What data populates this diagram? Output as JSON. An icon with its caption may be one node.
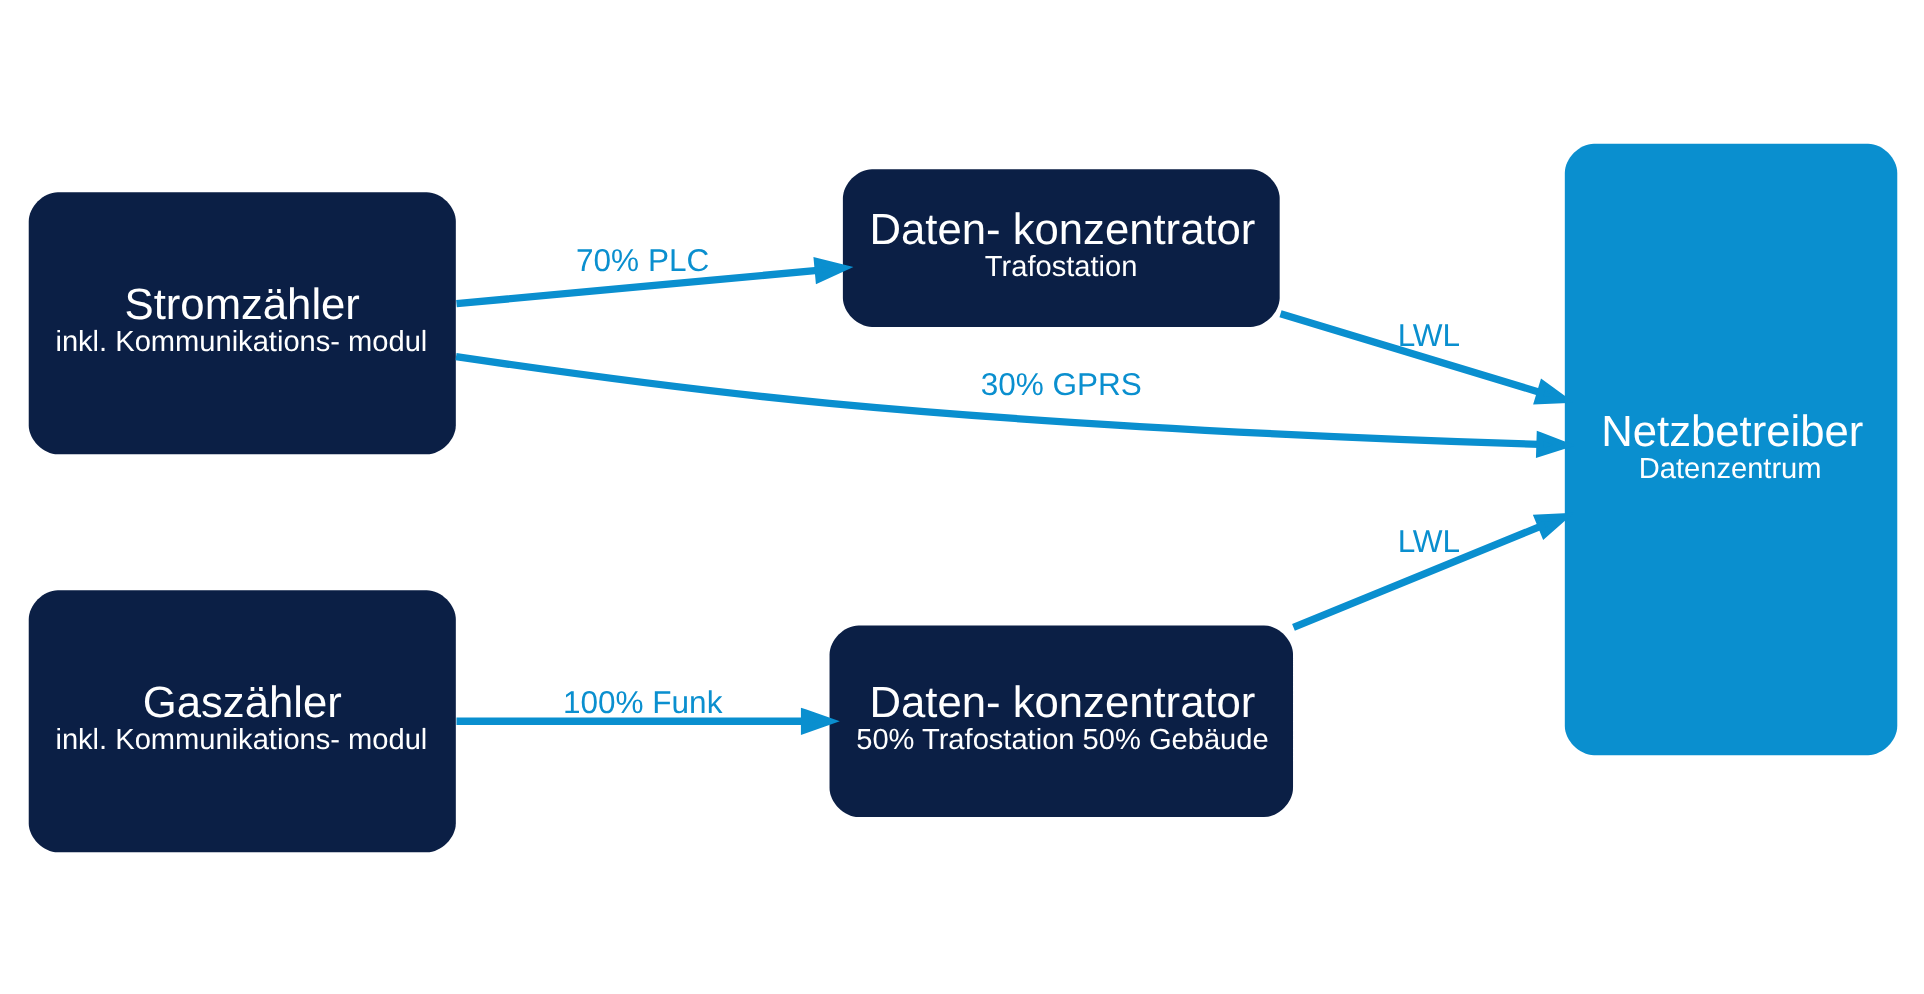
{
  "diagram": {
    "nodes": [
      {
        "text": [
          "Stromzähler",
          "inkl. Kommunikations- modul"
        ]
      },
      {
        "text": [
          "Daten- konzentrator",
          "Trafostation"
        ]
      },
      {
        "text": [
          "Netzbetreiber",
          "Datenzentrum"
        ]
      },
      {
        "text": [
          "Gaszähler",
          "inkl. Kommunikations- modul"
        ]
      },
      {
        "text": [
          "Daten- konzentrator",
          "50% Trafostation 50% Gebäude"
        ]
      }
    ],
    "edges": [
      {
        "from": 0,
        "to": 1,
        "arrow": "to",
        "label": "70% PLC"
      },
      {
        "from": 1,
        "to": 2,
        "arrow": "to",
        "label": "LWL"
      },
      {
        "from": 0,
        "to": 2,
        "arrow": "to",
        "label": "30% GPRS"
      },
      {
        "from": 3,
        "to": 4,
        "arrow": "to",
        "label": "100% Funk"
      },
      {
        "from": 4,
        "to": 2,
        "arrow": "to",
        "label": "LWL"
      }
    ]
  }
}
